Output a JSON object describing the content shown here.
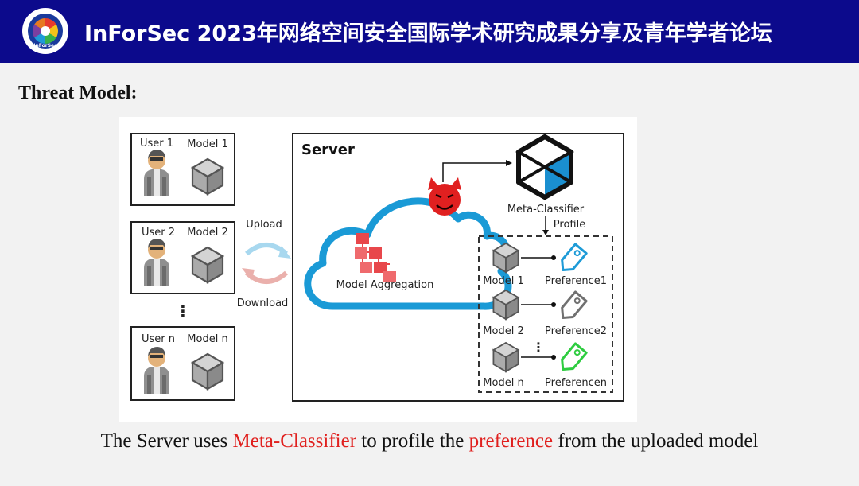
{
  "header": {
    "title": "InForSec 2023年网络空间安全国际学术研究成果分享及青年学者论坛",
    "logo_text": "InForSec",
    "background": "#0c0a8c"
  },
  "section_title": "Threat Model:",
  "diagram": {
    "users": [
      {
        "user_label": "User 1",
        "model_label": "Model 1"
      },
      {
        "user_label": "User 2",
        "model_label": "Model 2"
      },
      {
        "user_label": "User n",
        "model_label": "Model n"
      }
    ],
    "users_ellipsis": "⋮",
    "upload_label": "Upload",
    "download_label": "Download",
    "server_label": "Server",
    "aggregation_label": "Model Aggregation",
    "meta_classifier_label": "Meta-Classifier",
    "profile_label": "Profile",
    "profiles": [
      {
        "model_label": "Model 1",
        "preference_label": "Preference1",
        "tag_color": "#1e9bd7"
      },
      {
        "model_label": "Model 2",
        "preference_label": "Preference2",
        "tag_color": "#707070"
      },
      {
        "model_label": "Model n",
        "preference_label": "Preferencen",
        "tag_color": "#2ecc40"
      }
    ],
    "profiles_ellipsis": "⋮",
    "colors": {
      "cloud": "#1a9ad6",
      "aggregation": "#e8474b",
      "attacker": "#e02020",
      "upload_arrow": "#a8d8ef",
      "download_arrow": "#eab0ac"
    }
  },
  "caption": {
    "part1": "The Server uses ",
    "highlight1": "Meta-Classifier",
    "part2": " to profile the ",
    "highlight2": "preference",
    "part3": " from the uploaded model"
  }
}
